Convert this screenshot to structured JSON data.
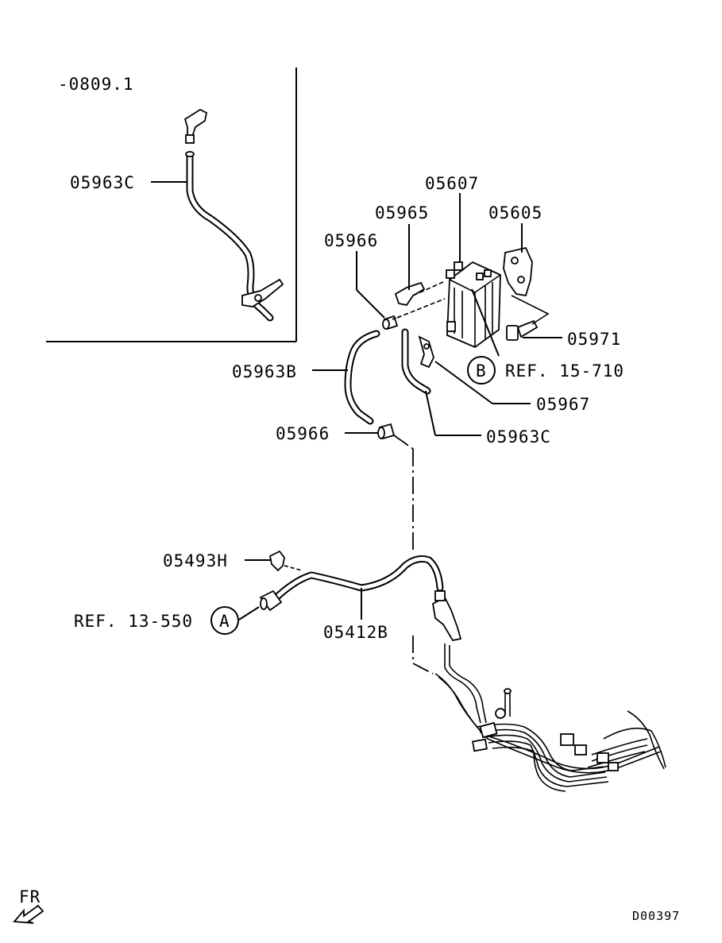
{
  "inset": {
    "date_code": "-0809.1",
    "part_label": "05963C"
  },
  "callouts": {
    "p05607": "05607",
    "p05965": "05965",
    "p05605": "05605",
    "p05966_top": "05966",
    "p05971": "05971",
    "p05963b": "05963B",
    "ref_b": "REF. 15-710",
    "p05967": "05967",
    "p05966_bottom": "05966",
    "p05963c": "05963C",
    "p05493h": "05493H",
    "p05412b": "05412B",
    "ref_a": "REF. 13-550"
  },
  "circle_markers": {
    "a": "A",
    "b": "B"
  },
  "footer": {
    "direction_label": "FR",
    "drawing_id": "D00397"
  }
}
